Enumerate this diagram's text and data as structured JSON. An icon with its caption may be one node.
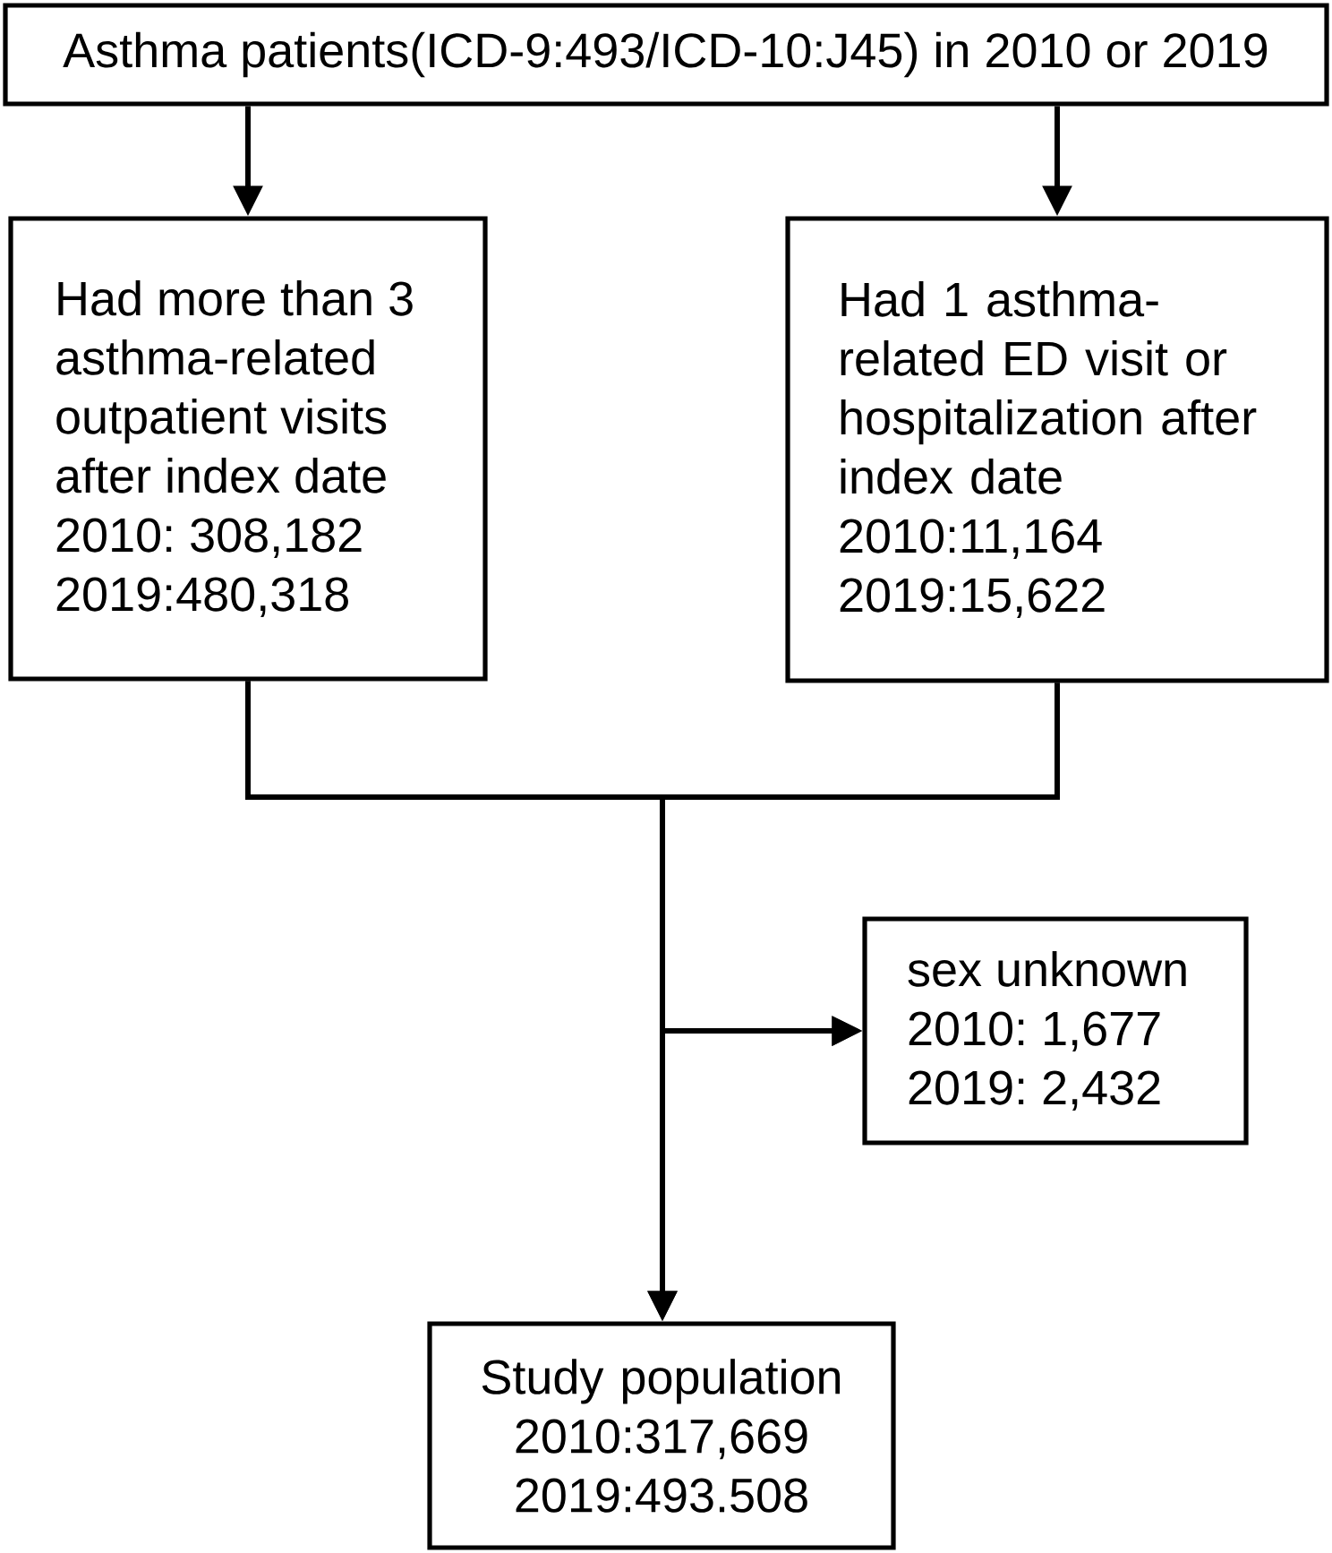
{
  "diagram": {
    "nodes": [
      {
        "text": [
          "Asthma patients(ICD-9:493/ICD-10:J45) in 2010 or 2019"
        ]
      },
      {
        "text": [
          "Had more than 3 asthma-related outpatient visits after index date",
          "2010: 308,182",
          "2019:480,318"
        ]
      },
      {
        "text": [
          "Had 1 asthma-related ED visit or hospitalization after index date",
          "2010:11,164",
          "2019:15,622"
        ]
      },
      {
        "text": [
          "sex unknown",
          "2010: 1,677",
          "2019: 2,432"
        ]
      },
      {
        "text": [
          "Study population",
          "2010:317,669",
          "2019:493.508"
        ]
      }
    ],
    "edges": [
      {
        "from": 0,
        "to": 1,
        "arrow": "to"
      },
      {
        "from": 0,
        "to": 2,
        "arrow": "to"
      },
      {
        "from": 1,
        "to": 3,
        "arrow": "to"
      },
      {
        "from": 2,
        "to": 3,
        "arrow": "to"
      },
      {
        "from": 1,
        "to": 4,
        "arrow": "to"
      },
      {
        "from": 2,
        "to": 4,
        "arrow": "to"
      }
    ]
  }
}
